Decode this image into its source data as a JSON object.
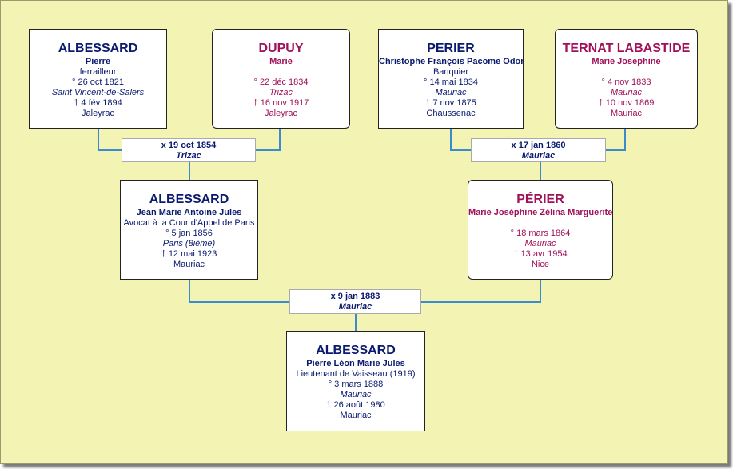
{
  "gen1": {
    "pp": {
      "surname": "ALBESSARD",
      "given": "Pierre",
      "occupation": "ferrailleur",
      "birth": "° 26 oct 1821",
      "birth_place": "Saint Vincent-de-Salers",
      "death": "† 4 fév 1894",
      "death_place": "Jaleyrac"
    },
    "pm": {
      "surname": "DUPUY",
      "given": "Marie",
      "occupation": "",
      "birth": "° 22 déc 1834",
      "birth_place": "Trizac",
      "death": "† 16 nov 1917",
      "death_place": "Jaleyrac"
    },
    "mp": {
      "surname": "PERIER",
      "given": "Christophe François Pacome Odon",
      "occupation": "Banquier",
      "birth": "° 14 mai 1834",
      "birth_place": "Mauriac",
      "death": "† 7 nov 1875",
      "death_place": "Chaussenac"
    },
    "mm": {
      "surname": "TERNAT LABASTIDE",
      "given": "Marie Josephine",
      "occupation": "",
      "birth": "° 4 nov 1833",
      "birth_place": "Mauriac",
      "death": "† 10 nov 1869",
      "death_place": "Mauriac"
    }
  },
  "marriages": {
    "paternal": {
      "date": "x 19 oct 1854",
      "place": "Trizac"
    },
    "maternal": {
      "date": "x 17 jan 1860",
      "place": "Mauriac"
    },
    "parents": {
      "date": "x 9 jan 1883",
      "place": "Mauriac"
    }
  },
  "gen2": {
    "father": {
      "surname": "ALBESSARD",
      "given": "Jean Marie Antoine Jules",
      "occupation": "Avocat à la Cour d'Appel de Paris",
      "birth": "° 5 jan 1856",
      "birth_place": "Paris (8ième)",
      "death": "† 12 mai 1923",
      "death_place": "Mauriac"
    },
    "mother": {
      "surname": "PÉRIER",
      "given": "Marie Joséphine Zélina Marguerite",
      "occupation": "",
      "birth": "° 18 mars 1864",
      "birth_place": "Mauriac",
      "death": "† 13 avr 1954",
      "death_place": "Nice"
    }
  },
  "root": {
    "surname": "ALBESSARD",
    "given": "Pierre Léon Marie Jules",
    "occupation": "Lieutenant de Vaisseau (1919)",
    "birth": "° 3 mars 1888",
    "birth_place": "Mauriac",
    "death": "† 26 août 1980",
    "death_place": "Mauriac"
  },
  "colors": {
    "background": "#f3f3b4",
    "male_text": "#0a1a6e",
    "female_text": "#a0115a",
    "connector": "#3a8bd0"
  }
}
